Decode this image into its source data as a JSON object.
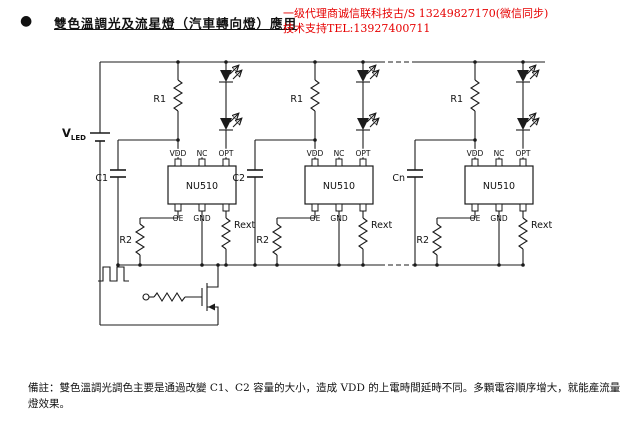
{
  "header": {
    "bullet": "●",
    "title": "雙色溫調光及流星燈（汽車轉向燈）應用",
    "contact": {
      "line1": "一级代理商诚信联科技古/S 13249827170(微信同步)",
      "line2": "技术支持TEL:13927400711",
      "color": "#e60000"
    }
  },
  "circuit": {
    "supply": {
      "name": "V",
      "sub": "LED"
    },
    "ic_name": "NU510",
    "pin_labels": {
      "vdd": "VDD",
      "nc": "NC",
      "opt": "OPT",
      "oe": "OE",
      "gnd": "GND"
    },
    "stages": [
      {
        "r1": "R1",
        "cap": "C1",
        "r2": "R2",
        "rext": "Rext"
      },
      {
        "r1": "R1",
        "cap": "C2",
        "r2": "R2",
        "rext": "Rext"
      },
      {
        "r1": "R1",
        "cap": "Cn",
        "r2": "R2",
        "rext": "Rext"
      }
    ]
  },
  "footer": {
    "note": "備註：雙色溫調光調色主要是通過改變 C1、C2 容量的大小，造成 VDD 的上電時間延時不同。多顆電容順序增大，就能產流量燈效果。"
  }
}
